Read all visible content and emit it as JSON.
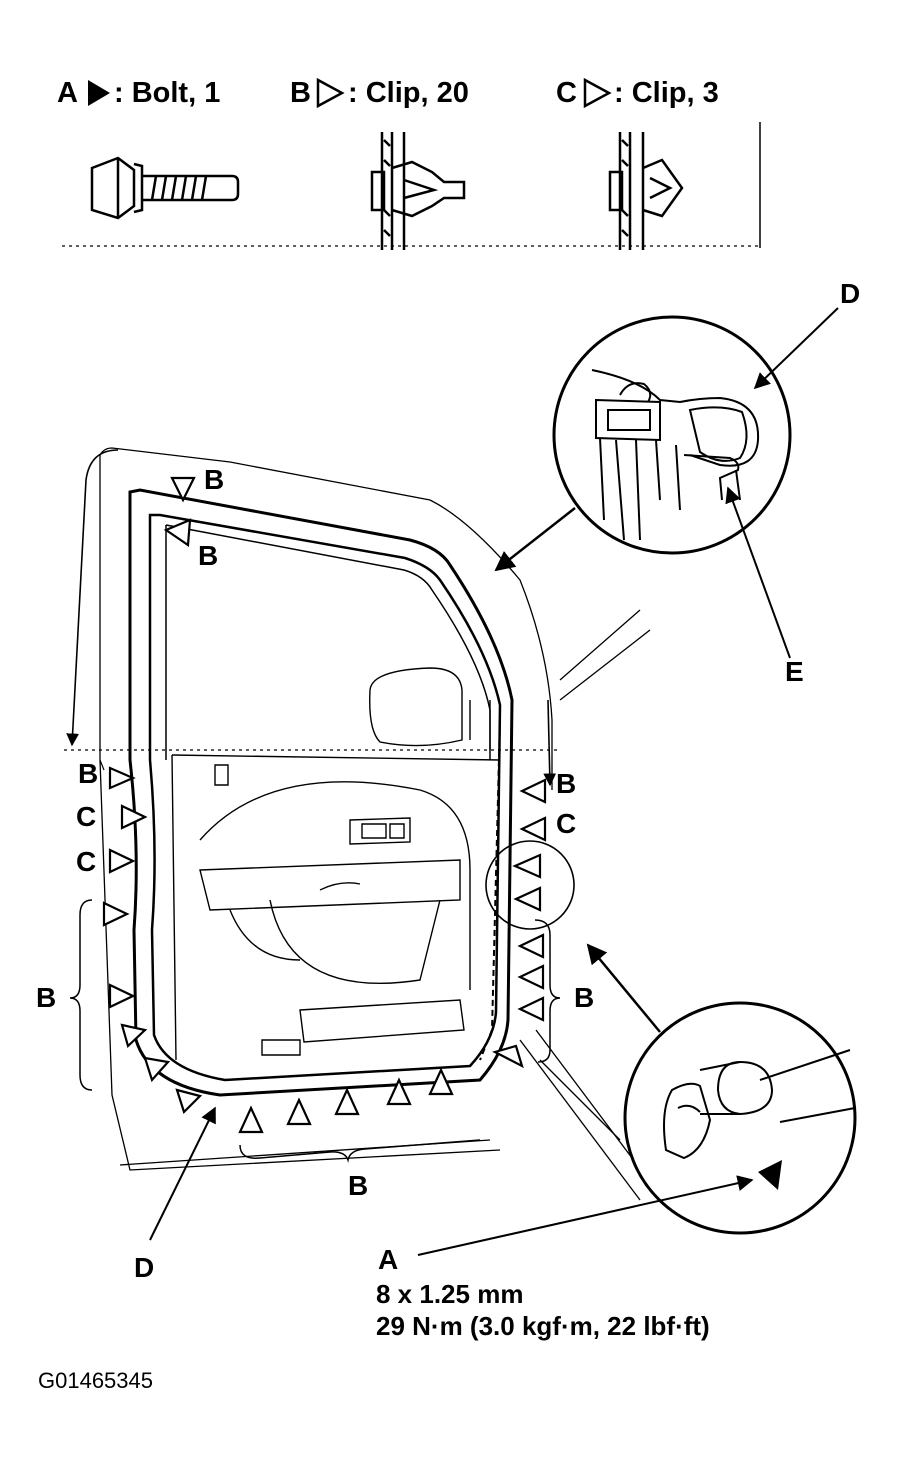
{
  "legend": [
    {
      "key": "A",
      "text": ": Bolt, 1"
    },
    {
      "key": "B",
      "text": ": Clip, 20"
    },
    {
      "key": "C",
      "text": ": Clip, 3"
    }
  ],
  "callouts": {
    "d_detail": "D",
    "e_detail": "E",
    "d_bottom": "D",
    "b_top1": "B",
    "b_top2": "B",
    "b_left1": "B",
    "c_left1": "C",
    "c_left2": "C",
    "b_left_brace": "B",
    "b_right1": "B",
    "c_right1": "C",
    "b_right_brace": "B",
    "b_bottom_brace": "B",
    "a_bolt": "A"
  },
  "bolt_spec": {
    "size": "8 x 1.25 mm",
    "torque": "29 N·m (3.0 kgf·m, 22 lbf·ft)"
  },
  "figure_code": "G01465345"
}
